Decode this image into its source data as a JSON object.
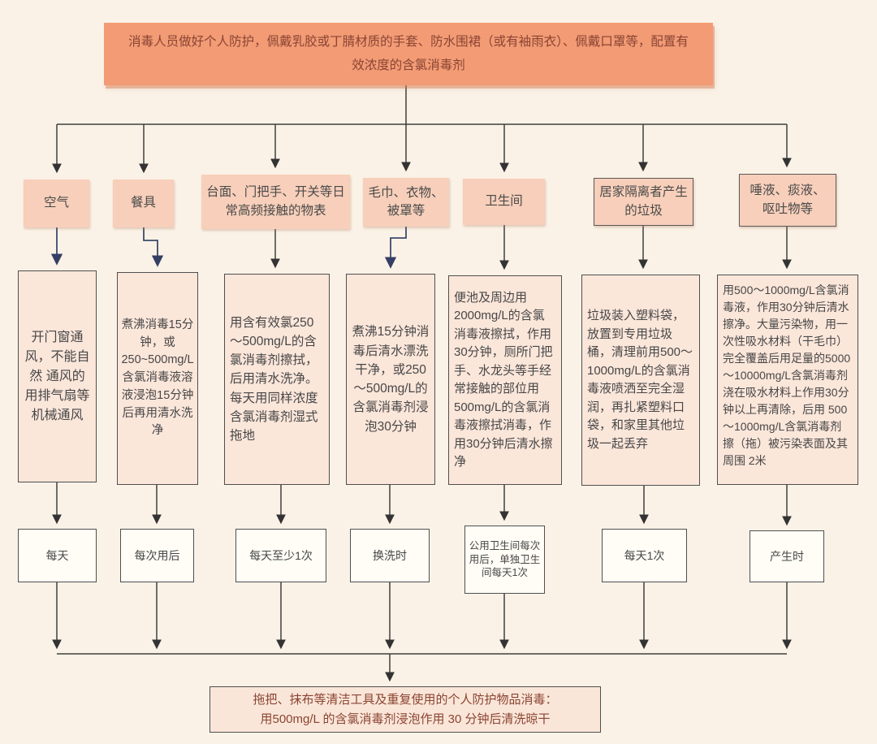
{
  "title": "居家消毒流程图",
  "colors": {
    "page_bg": "#fbf2e7",
    "top_fill": "#f29b75",
    "top_text": "#8a4433",
    "header_fill": "#f7cfba",
    "method_fill": "#fbe6da",
    "freq_fill": "#fffdf6",
    "box_border": "#4f4f4f",
    "line": "#3f3f3f",
    "elbow_line": "#3c4a6e",
    "body_text": "#474747",
    "bottom_fill": "#fae6d8",
    "bottom_text": "#8a4433"
  },
  "top_box": {
    "text": "消毒人员做好个人防护，佩戴乳胶或丁腈材质的手套、防水围裙（或有袖雨衣）、佩戴口罩等，配置有效浓度的含氯消毒剂"
  },
  "columns": [
    {
      "header": "空气",
      "method": "开门窗通风，不能自然 通风的用排气扇等机械通风",
      "frequency": "每天"
    },
    {
      "header": "餐具",
      "method": "煮沸消毒15分钟，或250~500mg/L含氯消毒液溶液浸泡15分钟后再用清水洗净",
      "frequency": "每次用后"
    },
    {
      "header": "台面、门把手、开关等日常高频接触的物表",
      "method": "用含有效氯250～500mg/L的含氯消毒剂擦拭，后用清水洗净。每天用同样浓度含氯消毒剂湿式拖地",
      "frequency": "每天至少1次"
    },
    {
      "header": "毛巾、衣物、被罩等",
      "method": "煮沸15分钟消毒后清水漂洗干净，或250～500mg/L的含氯消毒剂浸泡30分钟",
      "frequency": "换洗时"
    },
    {
      "header": "卫生间",
      "method": "便池及周边用2000mg/L的含氯消毒液擦拭，作用30分钟，厕所门把手、水龙头等手经常接触的部位用500mg/L的含氯消毒液擦拭消毒，作用30分钟后清水擦净",
      "frequency": "公用卫生间每次用后，单独卫生间每天1次"
    },
    {
      "header": "居家隔离者产生的垃圾",
      "method": "垃圾装入塑料袋，放置到专用垃圾桶，清理前用500～1000mg/L的含氯消毒液喷洒至完全湿润，再扎紧塑料口袋，和家里其他垃圾一起丢弃",
      "frequency": "每天1次"
    },
    {
      "header": "唾液、痰液、呕吐物等",
      "method": "用500～1000mg/L含氯消毒液，作用30分钟后清水擦净。大量污染物，用一次性吸水材料（干毛巾）完全覆盖后用足量的5000～10000mg/L含氯消毒剂浇在吸水材料上作用30分钟以上再清除，后用 500～1000mg/L含氯消毒剂擦（拖）被污染表面及其周围 2米",
      "frequency": "产生时"
    }
  ],
  "bottom_box": {
    "line1": "拖把、抹布等清洁工具及重复使用的个人防护物品消毒：",
    "line2": "用500mg/L 的含氯消毒剂浸泡作用 30 分钟后清洗晾干"
  }
}
